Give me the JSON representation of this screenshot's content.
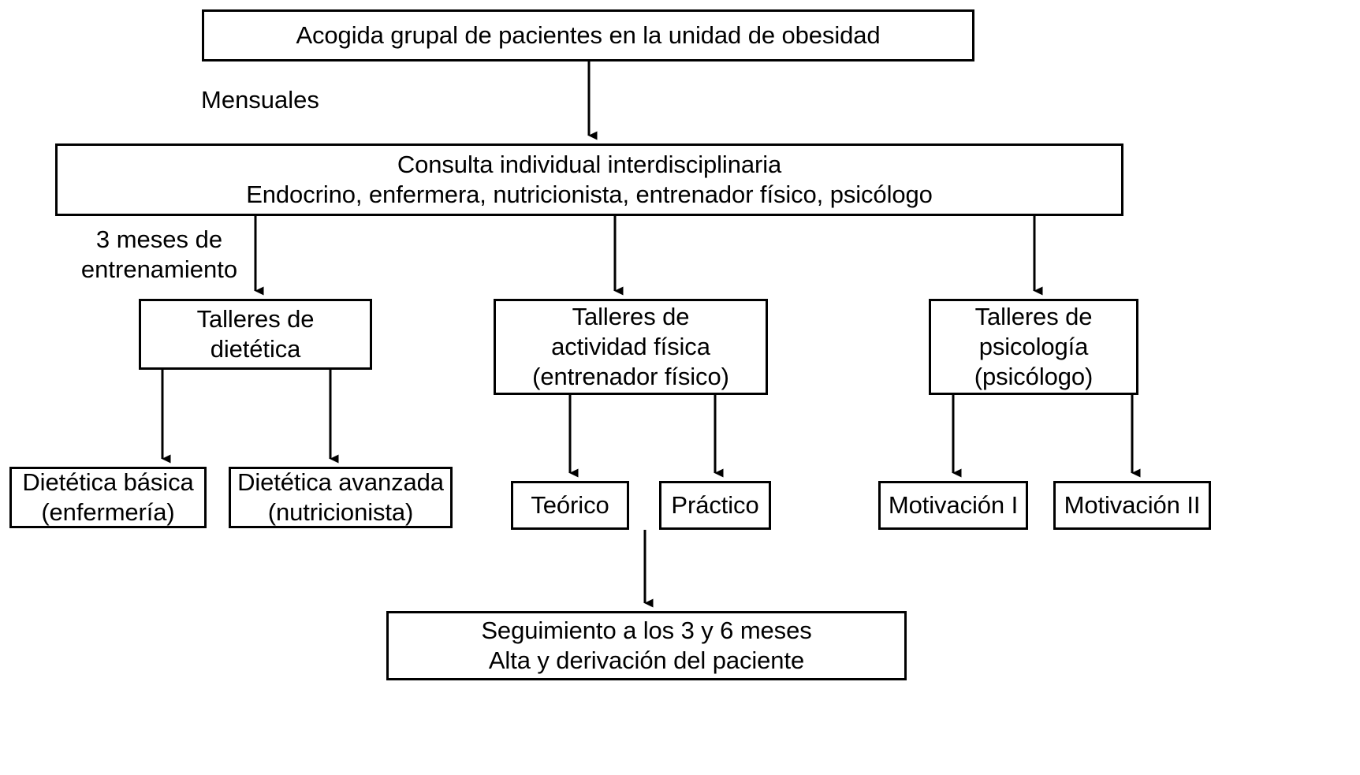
{
  "diagram": {
    "title_text": "Acogida grupal de pacientes en la unidad de obesidad",
    "nodes": {
      "intake": "Acogida grupal de pacientes en la unidad de obesidad",
      "consult": "Consulta individual interdisciplinaria\nEndocrino, enfermera, nutricionista, entrenador físico, psicólogo",
      "workshops_diet": "Talleres de\ndietética",
      "workshops_physical": "Talleres de\nactividad física\n(entrenador físico)",
      "workshops_psych": "Talleres de\npsicología\n(psicólogo)",
      "diet_basic": "Dietética básica\n(enfermería)",
      "diet_advanced": "Dietética avanzada\n(nutricionista)",
      "theory": "Teórico",
      "practice": "Práctico",
      "motivation_1": "Motivación I",
      "motivation_2": "Motivación II",
      "followup": "Seguimiento a los 3 y 6 meses\nAlta y derivación del paciente"
    },
    "edge_labels": {
      "monthly": "Mensuales",
      "training_period": "3 meses de\nentrenamiento"
    },
    "colors": {
      "stroke": "#000000",
      "fill": "#ffffff",
      "text": "#000000"
    }
  }
}
